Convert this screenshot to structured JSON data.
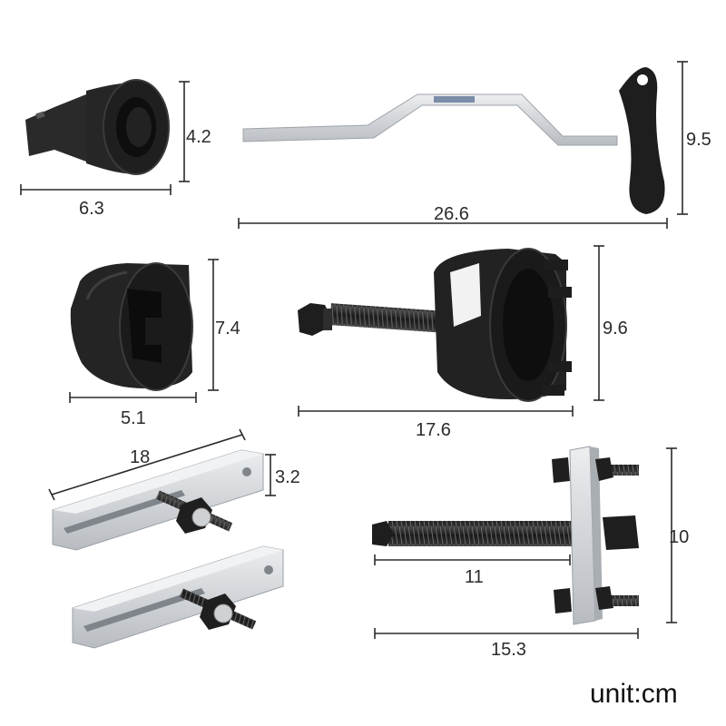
{
  "colors": {
    "steel_dark": "#1c1c1c",
    "steel_mid": "#2e2e2e",
    "aluminum": "#c9ccd0",
    "aluminum_light": "#e6e8ea",
    "dimension_line": "#2b2b2b"
  },
  "tools": [
    {
      "id": "small-socket",
      "dims": [
        "4.2",
        "6.3"
      ]
    },
    {
      "id": "crank-lever",
      "dims": [
        "9.5",
        "26.6"
      ]
    },
    {
      "id": "slotted-socket",
      "dims": [
        "7.4",
        "5.1"
      ]
    },
    {
      "id": "puller-cup",
      "dims": [
        "9.6",
        "17.6"
      ]
    },
    {
      "id": "slotted-bars",
      "dims": [
        "18",
        "3.2"
      ]
    },
    {
      "id": "bolt-bracket-puller",
      "dims": [
        "10",
        "11",
        "15.3"
      ]
    }
  ],
  "unit_label": "unit:cm"
}
